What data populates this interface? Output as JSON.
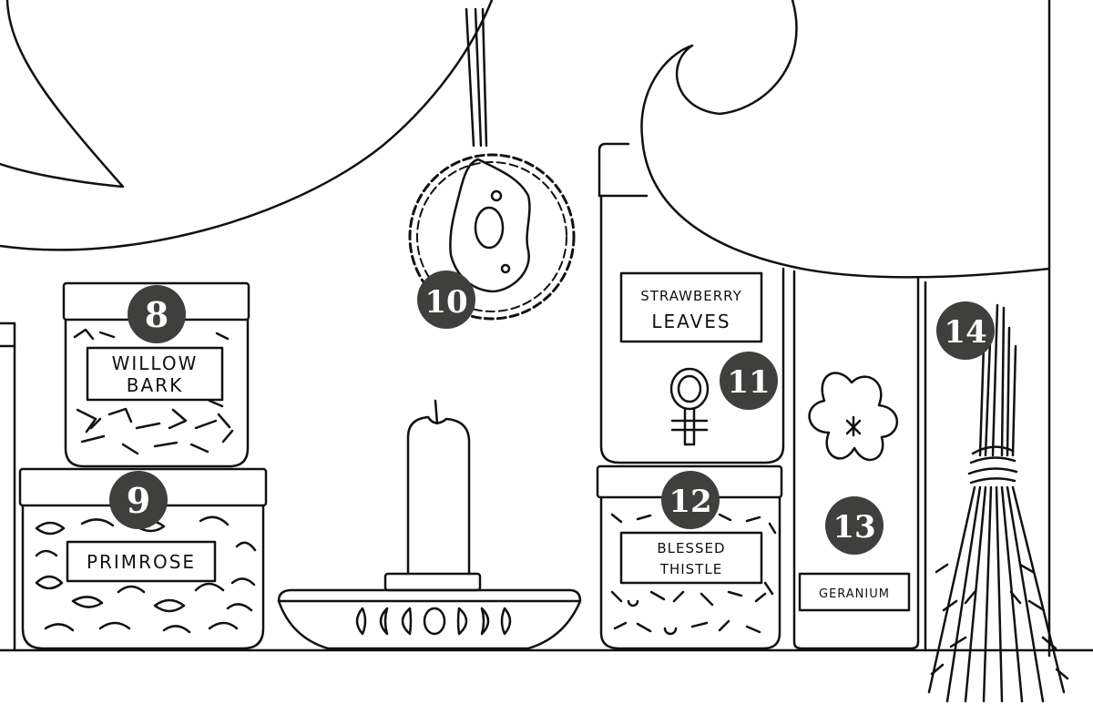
{
  "colors": {
    "line": "#111111",
    "badge": "#3f403d",
    "background": "#ffffff"
  },
  "jars": {
    "willow_bark": {
      "line1": "WILLOW",
      "line2": "BARK",
      "number": "8"
    },
    "primrose": {
      "label": "PRIMROSE",
      "number": "9"
    },
    "strawberry_leaves": {
      "line1": "STRAWBERRY",
      "line2": "LEAVES",
      "number": "11",
      "icon": "venus-symbol-icon"
    },
    "blessed_thistle": {
      "line1": "BLESSED",
      "line2": "THISTLE",
      "number": "12"
    },
    "geranium": {
      "label": "GERANIUM",
      "number": "13",
      "icon": "geranium-flower-icon"
    }
  },
  "pendant": {
    "number": "10"
  },
  "broom": {
    "number": "14"
  },
  "candle_holder": {
    "moon_phases_icon": "moon-phases-icon"
  }
}
